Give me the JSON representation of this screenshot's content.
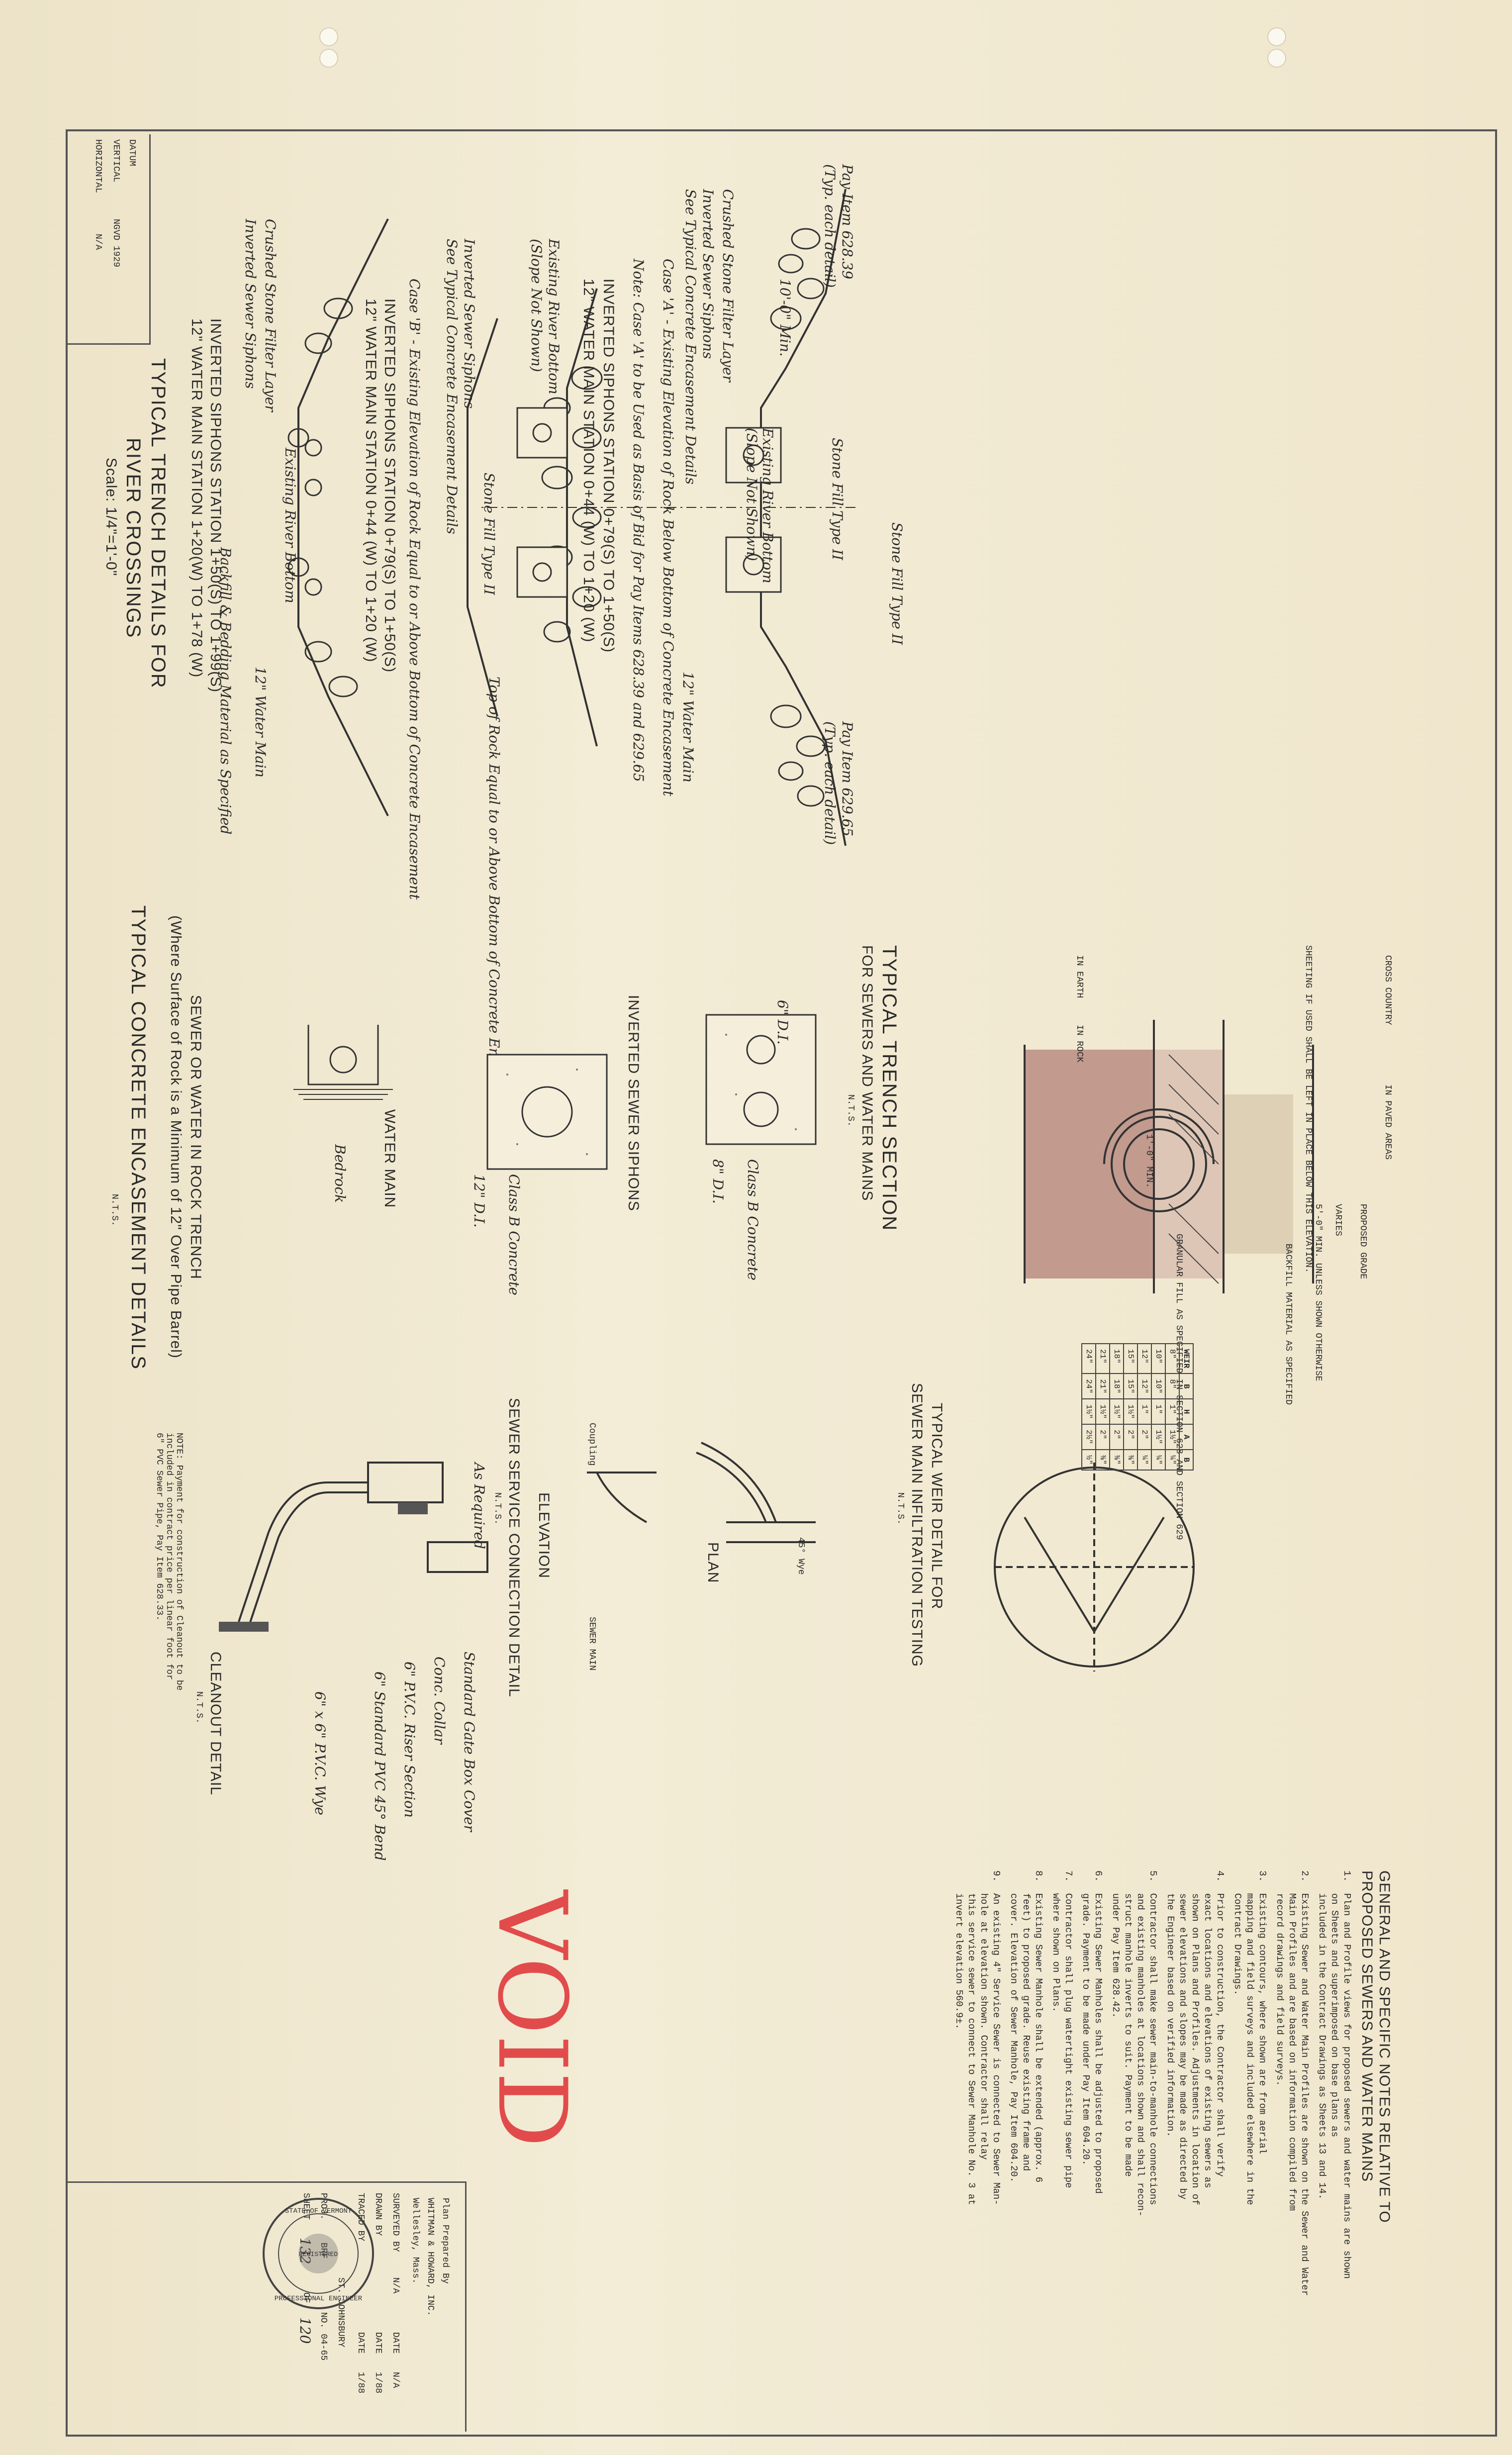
{
  "datum": {
    "heading": "DATUM",
    "vertical_label": "VERTICAL",
    "vertical_value": "NGVD 1929",
    "horizontal_label": "HORIZONTAL",
    "horizontal_value": "N/A"
  },
  "river_crossings": {
    "title_line1": "TYPICAL TRENCH DETAILS FOR",
    "title_line2": "RIVER CROSSINGS",
    "scale": "Scale: 1/4\"=1'-0\"",
    "detail1_pay_left": "Pay Item 628.39",
    "detail1_pay_left2": "(Typ. each detail)",
    "detail1_pay_right": "Pay Item 629.65",
    "detail1_pay_right2": "(Typ. each detail)",
    "stone_fill": "Stone Fill Type II",
    "min_10": "10'-0\" Min.",
    "existing_bottom": "Existing River Bottom",
    "slope_not_shown": "(Slope Not Shown)",
    "crushed_stone": "Crushed Stone Filter Layer",
    "inverted_siphons": "Inverted Sewer Siphons",
    "see_typical": "See Typical Concrete Encasement Details",
    "water_main_12": "12\" Water Main",
    "case_a": "Case 'A' - Existing Elevation of Rock Below Bottom of Concrete Encasement",
    "note_case": "Note: Case 'A' to be Used as Basis of Bid for Pay Items 628.39 and 629.65",
    "d1_caption1": "INVERTED SIPHONS STATION 0+79(S) TO 1+50(S)",
    "d1_caption2": "12\" WATER MAIN STATION 0+44 (W) TO 1+20 (W)",
    "case_b": "Case 'B' - Existing Elevation of Rock Equal to or Above Bottom of Concrete Encasement",
    "top_of_rock": "Top of Rock Equal to or Above Bottom of Concrete Encasement",
    "d2_caption1": "INVERTED SIPHONS STATION 0+79(S) TO 1+50(S)",
    "d2_caption2": "12\" WATER MAIN STATION 0+44 (W) TO 1+20 (W)",
    "backfill": "Backfill & Bedding Material as Specified",
    "d3_caption1": "INVERTED SIPHONS STATION 1+50(S) TO 1+99(S)",
    "d3_caption2": "12\" WATER MAIN STATION 1+20(W) TO 1+78 (W)"
  },
  "trench_section": {
    "title": "TYPICAL TRENCH SECTION",
    "subtitle": "FOR SEWERS AND WATER MAINS",
    "nts": "N.T.S.",
    "cross_country": "CROSS COUNTRY",
    "in_paved_areas": "IN PAVED AREAS",
    "sheeting": "SHEETING IF USED SHALL BE LEFT IN PLACE BELOW THIS ELEVATION.",
    "proposed_grade": "PROPOSED GRADE",
    "varies": "VARIES",
    "width": "5'-0\" MIN. UNLESS SHOWN OTHERWISE",
    "backfill": "BACKFILL MATERIAL AS SPECIFIED",
    "granular": "GRANULAR FILL AS SPECIFIED IN SECTION 628 AND SECTION 629",
    "in_earth": "IN EARTH",
    "in_rock": "IN ROCK",
    "min_1": "1'-0\" MIN."
  },
  "concrete": {
    "title": "TYPICAL CONCRETE ENCASEMENT DETAILS",
    "nts": "N.T.S.",
    "siphons_title": "INVERTED SEWER SIPHONS",
    "water_main_title": "WATER MAIN",
    "rock_title": "SEWER OR WATER IN ROCK TRENCH",
    "rock_sub": "(Where Surface of Rock is a Minimum of 12\" Over Pipe Barrel)",
    "class_b": "Class B Concrete",
    "od_6": "6\" D.I.",
    "od_8": "8\" D.I.",
    "od_12": "12\" D.I.",
    "bedrock": "Bedrock"
  },
  "weir": {
    "title": "TYPICAL WEIR DETAIL FOR",
    "subtitle": "SEWER MAIN INFILTRATION TESTING",
    "nts": "N.T.S.",
    "table_headers": [
      "WEIR",
      "B",
      "H",
      "A",
      "B"
    ],
    "table_rows": [
      [
        "8\"",
        "8\"",
        "1\"",
        "1½\"",
        "¼\""
      ],
      [
        "10\"",
        "10\"",
        "1\"",
        "1½\"",
        "¼\""
      ],
      [
        "12\"",
        "12\"",
        "1\"",
        "2\"",
        "¼\""
      ],
      [
        "15\"",
        "15\"",
        "1½\"",
        "2\"",
        "⅜\""
      ],
      [
        "18\"",
        "18\"",
        "1½\"",
        "2\"",
        "⅜\""
      ],
      [
        "21\"",
        "21\"",
        "1½\"",
        "2\"",
        "⅜\""
      ],
      [
        "24\"",
        "24\"",
        "1½\"",
        "2½\"",
        "½\""
      ]
    ]
  },
  "service": {
    "title": "SEWER SERVICE CONNECTION DETAIL",
    "nts": "N.T.S.",
    "plan": "PLAN",
    "elevation": "ELEVATION",
    "sewer_main": "SEWER MAIN",
    "wye": "45° Wye",
    "coupling": "Coupling"
  },
  "cleanout": {
    "title": "CLEANOUT DETAIL",
    "nts": "N.T.S.",
    "as_required": "As Required",
    "note": "NOTE: Payment for construction of Cleanout to be included in contract price per linear foot for 6\" PVC Sewer Pipe, Pay Item 628.33.",
    "gate_box": "Standard Gate Box Cover",
    "cone_collar": "Conc. Collar",
    "riser": "6\" P.V.C. Riser Section",
    "bend": "6\" Standard PVC 45° Bend",
    "wye": "6\" x 6\" P.V.C. Wye"
  },
  "notes": {
    "heading1": "GENERAL AND SPECIFIC NOTES RELATIVE TO",
    "heading2": "PROPOSED SEWERS AND WATER MAINS",
    "items": [
      "1.  Plan and Profile views for proposed sewers and water mains are shown\n    on Sheets and superimposed on base plans as\n    included in the Contract Drawings as Sheets 13 and 14.",
      "2.  Existing Sewer and Water Main Profiles are shown on the Sewer and Water\n    Main Profiles and are based on information compiled from\n    record drawings and field surveys.",
      "3.  Existing contours, where shown are from aerial\n    mapping and field surveys and included elsewhere in the\n    Contract Drawings.",
      "4.  Prior to construction, the Contractor shall verify\n    exact locations and elevations of existing sewers as\n    shown on Plans and Profiles. Adjustments in location of\n    sewer elevations and slopes may be made as directed by\n    the Engineer based on verified information.",
      "5.  Contractor shall make sewer main-to-manhole connections\n    and existing manholes at locations shown and shall recon-\n    struct manhole inverts to suit. Payment to be made\n    under Pay Item 628.42.",
      "6.  Existing Sewer Manholes shall be adjusted to proposed\n    grade. Payment to be made under Pay Item 604.20.",
      "7.  Contractor shall plug watertight existing sewer pipe\n    where shown on Plans.",
      "8.  Existing Sewer Manhole shall be extended (approx. 6\n    feet) to proposed grade. Reuse existing frame and\n    cover. Elevation of Sewer Manhole, Pay Item 604.20.",
      "9.  An existing 4\" Service Sewer is connected to Sewer Man-\n    hole at elevation shown. Contractor shall relay\n    this service sewer to connect to Sewer Manhole No. 3 at\n    invert elevation 560.9±."
    ]
  },
  "title_block": {
    "prepared_by": "Plan Prepared By",
    "firm": "WHITMAN & HOWARD, INC.",
    "location": "Wellesley, Mass.",
    "surveyed_by_label": "SURVEYED BY",
    "surveyed_by": "N/A",
    "date_label": "DATE",
    "surveyed_date": "N/A",
    "drawn_by_label": "DRAWN BY",
    "drawn_by": "",
    "drawn_date": "1/88",
    "traced_by_label": "TRACED BY",
    "traced_by": "",
    "traced_date": "1/88",
    "town": "ST. JOHNSBURY",
    "project_label": "PROJ.",
    "project": "BRF",
    "project_no": "NO. 04-65",
    "sheet_label": "SHEET",
    "sheet": "132",
    "of_label": "OF",
    "total": "120"
  },
  "stamp": {
    "top": "STATE OF VERMONT",
    "bottom": "PROFESSIONAL ENGINEER",
    "mid": "REGISTERED"
  },
  "void_text": "VOID",
  "colors": {
    "paper": "#efe7cf",
    "ink": "#2a2a2a",
    "void_red": "#e24b4b",
    "stipple_red": "#9a5a58"
  }
}
